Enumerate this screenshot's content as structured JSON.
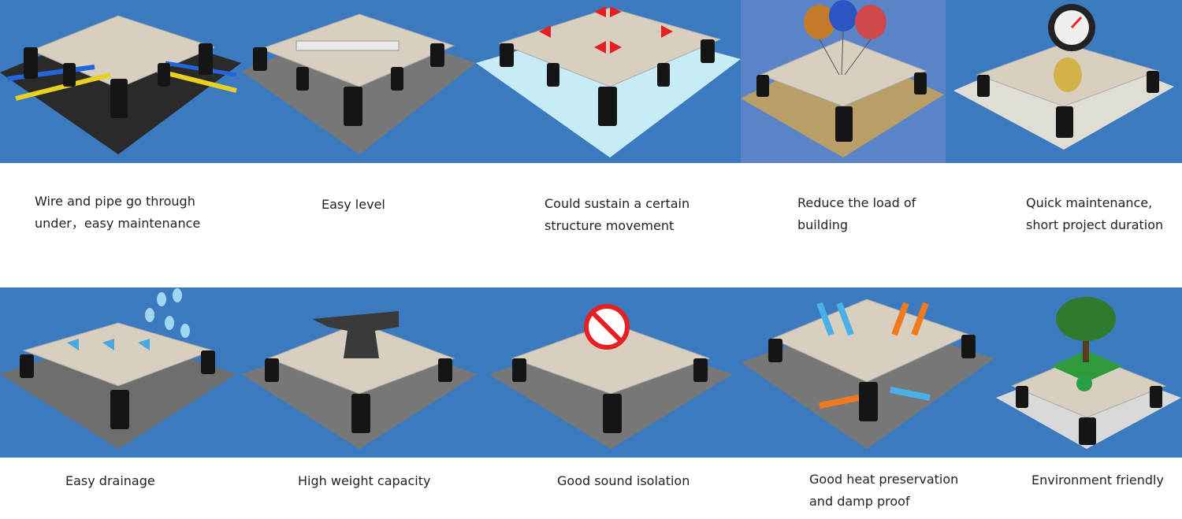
{
  "colors": {
    "panel_background": "#3b7abf",
    "panel_background_alt": "#5b84c8",
    "tile": "#d8cfc0",
    "pedestal": "#151515",
    "caption_text": "#222222"
  },
  "features": [
    {
      "illustration": "wire-pipe-icon",
      "caption": [
        "Wire and pipe go through",
        "under，easy maintenance"
      ]
    },
    {
      "illustration": "spirit-level-icon",
      "caption": [
        "Easy level"
      ]
    },
    {
      "illustration": "movement-arrows-icon",
      "caption": [
        "Could sustain a certain",
        "structure movement"
      ]
    },
    {
      "illustration": "balloons-icon",
      "caption": [
        "Reduce the load of",
        "building"
      ]
    },
    {
      "illustration": "stopwatch-icon",
      "caption": [
        "Quick maintenance,",
        "short project duration"
      ]
    },
    {
      "illustration": "water-drops-icon",
      "caption": [
        "Easy drainage"
      ]
    },
    {
      "illustration": "anvil-icon",
      "caption": [
        "High weight capacity"
      ]
    },
    {
      "illustration": "no-sound-icon",
      "caption": [
        "Good sound isolation"
      ]
    },
    {
      "illustration": "heat-arrows-icon",
      "caption": [
        "Good heat preservation",
        "and damp proof"
      ]
    },
    {
      "illustration": "tree-recycle-icon",
      "caption": [
        "Environment friendly"
      ]
    }
  ]
}
